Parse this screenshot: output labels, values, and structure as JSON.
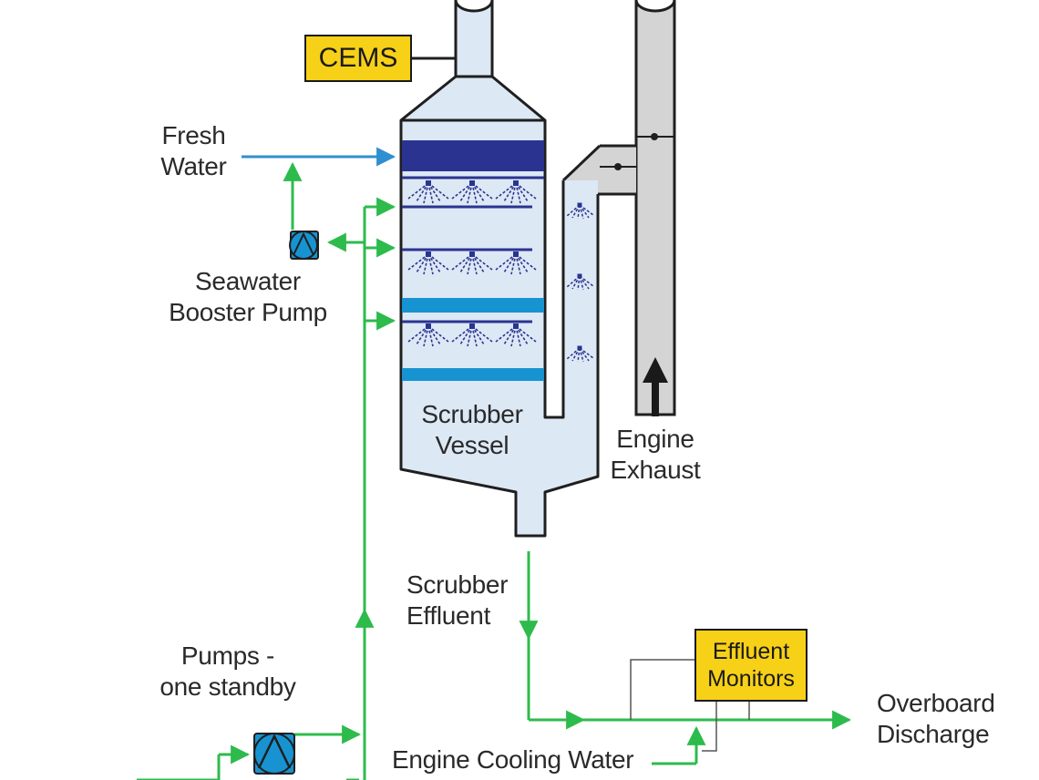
{
  "labels": {
    "cems": "CEMS",
    "fresh_water_1": "Fresh",
    "fresh_water_2": "Water",
    "booster_pump_1": "Seawater",
    "booster_pump_2": "Booster Pump",
    "vessel_1": "Scrubber",
    "vessel_2": "Vessel",
    "exhaust_1": "Engine",
    "exhaust_2": "Exhaust",
    "effluent_1": "Scrubber",
    "effluent_2": "Effluent",
    "pumps_1": "Pumps -",
    "pumps_2": "one standby",
    "monitors_1": "Effluent",
    "monitors_2": "Monitors",
    "overboard_1": "Overboard",
    "overboard_2": "Discharge",
    "cooling": "Engine Cooling Water"
  },
  "colors": {
    "water_line": "#2dbb4c",
    "fresh_line": "#2f8fd0",
    "vessel_fill": "#dde8f5",
    "packing_dark": "#2a3490",
    "packing_light": "#1793d1",
    "spray": "#2a3490",
    "pipe_fill": "#d4d4d4",
    "outline": "#1f1f1f",
    "label_box": "#f7d117"
  },
  "icons": [
    "seawater-booster-pump-icon",
    "main-pump-icon",
    "exhaust-arrow-icon",
    "damper-icon"
  ]
}
